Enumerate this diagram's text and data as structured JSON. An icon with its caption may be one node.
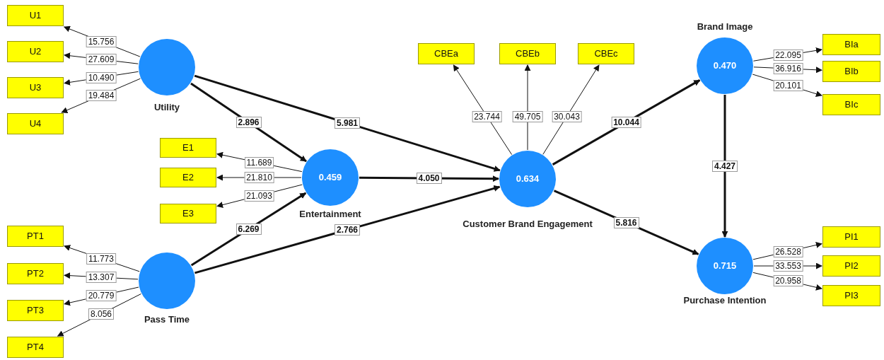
{
  "diagram": {
    "nodes": [
      {
        "text": [
          "U1"
        ]
      },
      {
        "text": [
          "U2"
        ]
      },
      {
        "text": [
          "U3"
        ]
      },
      {
        "text": [
          "U4"
        ]
      },
      {
        "text": [],
        "shape": "circle",
        "beside": [
          "Utility"
        ]
      },
      {
        "text": [
          "E1"
        ]
      },
      {
        "text": [
          "E2"
        ]
      },
      {
        "text": [
          "E3"
        ]
      },
      {
        "text": [
          "0.459"
        ],
        "beside": [
          "Entertainment"
        ]
      },
      {
        "text": [
          "PT1"
        ]
      },
      {
        "text": [
          "PT2"
        ]
      },
      {
        "text": [
          "PT3"
        ]
      },
      {
        "text": [
          "PT4"
        ]
      },
      {
        "text": [],
        "shape": "circle",
        "beside": [
          "Pass Time"
        ]
      },
      {
        "text": [
          "CBEa"
        ]
      },
      {
        "text": [
          "CBEb"
        ]
      },
      {
        "text": [
          "CBEc"
        ]
      },
      {
        "text": [
          "0.634"
        ],
        "beside": [
          "Customer Brand Engagement"
        ]
      },
      {
        "text": [
          "0.470"
        ],
        "beside": [
          "Brand Image"
        ]
      },
      {
        "text": [
          "BIa"
        ]
      },
      {
        "text": [
          "BIb"
        ]
      },
      {
        "text": [
          "BIc"
        ]
      },
      {
        "text": [
          "0.715"
        ],
        "beside": [
          "Purchase Intention"
        ]
      },
      {
        "text": [
          "PI1"
        ]
      },
      {
        "text": [
          "PI2"
        ]
      },
      {
        "text": [
          "PI3"
        ]
      }
    ],
    "edges": [
      {
        "from": 4,
        "to": 0,
        "arrow": "to",
        "label": "15.756"
      },
      {
        "from": 4,
        "to": 1,
        "arrow": "to",
        "label": "27.609"
      },
      {
        "from": 4,
        "to": 2,
        "arrow": "to",
        "label": "10.490"
      },
      {
        "from": 4,
        "to": 3,
        "arrow": "to",
        "label": "19.484"
      },
      {
        "from": 8,
        "to": 5,
        "arrow": "to",
        "label": "11.689"
      },
      {
        "from": 8,
        "to": 6,
        "arrow": "to",
        "label": "21.810"
      },
      {
        "from": 8,
        "to": 7,
        "arrow": "to",
        "label": "21.093"
      },
      {
        "from": 13,
        "to": 9,
        "arrow": "to",
        "label": "11.773"
      },
      {
        "from": 13,
        "to": 10,
        "arrow": "to",
        "label": "13.307"
      },
      {
        "from": 13,
        "to": 11,
        "arrow": "to",
        "label": "20.779"
      },
      {
        "from": 13,
        "to": 12,
        "arrow": "to",
        "label": "8.056"
      },
      {
        "from": 17,
        "to": 14,
        "arrow": "to",
        "label": "23.744"
      },
      {
        "from": 17,
        "to": 15,
        "arrow": "to",
        "label": "49.705"
      },
      {
        "from": 17,
        "to": 16,
        "arrow": "to",
        "label": "30.043"
      },
      {
        "from": 18,
        "to": 19,
        "arrow": "to",
        "label": "22.095"
      },
      {
        "from": 18,
        "to": 20,
        "arrow": "to",
        "label": "36.916"
      },
      {
        "from": 18,
        "to": 21,
        "arrow": "to",
        "label": "20.101"
      },
      {
        "from": 22,
        "to": 23,
        "arrow": "to",
        "label": "26.528"
      },
      {
        "from": 22,
        "to": 24,
        "arrow": "to",
        "label": "33.553"
      },
      {
        "from": 22,
        "to": 25,
        "arrow": "to",
        "label": "20.958"
      },
      {
        "from": 4,
        "to": 8,
        "arrow": "to",
        "label": "2.896",
        "style": "thick"
      },
      {
        "from": 4,
        "to": 17,
        "arrow": "to",
        "label": "5.981",
        "style": "thick"
      },
      {
        "from": 8,
        "to": 17,
        "arrow": "to",
        "label": "4.050",
        "style": "thick"
      },
      {
        "from": 13,
        "to": 8,
        "arrow": "to",
        "label": "6.269",
        "style": "thick"
      },
      {
        "from": 13,
        "to": 17,
        "arrow": "to",
        "label": "2.766",
        "style": "thick"
      },
      {
        "from": 17,
        "to": 18,
        "arrow": "to",
        "label": "10.044",
        "style": "thick"
      },
      {
        "from": 17,
        "to": 22,
        "arrow": "to",
        "label": "5.816",
        "style": "thick"
      },
      {
        "from": 18,
        "to": 22,
        "arrow": "to",
        "label": "4.427",
        "style": "thick"
      }
    ]
  }
}
